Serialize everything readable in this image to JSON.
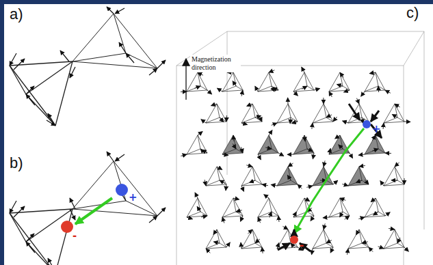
{
  "diagram": {
    "labels": [
      "a)",
      "b)",
      "c)",
      "Magnetization direction",
      "+",
      "-",
      "+",
      "-"
    ]
  }
}
